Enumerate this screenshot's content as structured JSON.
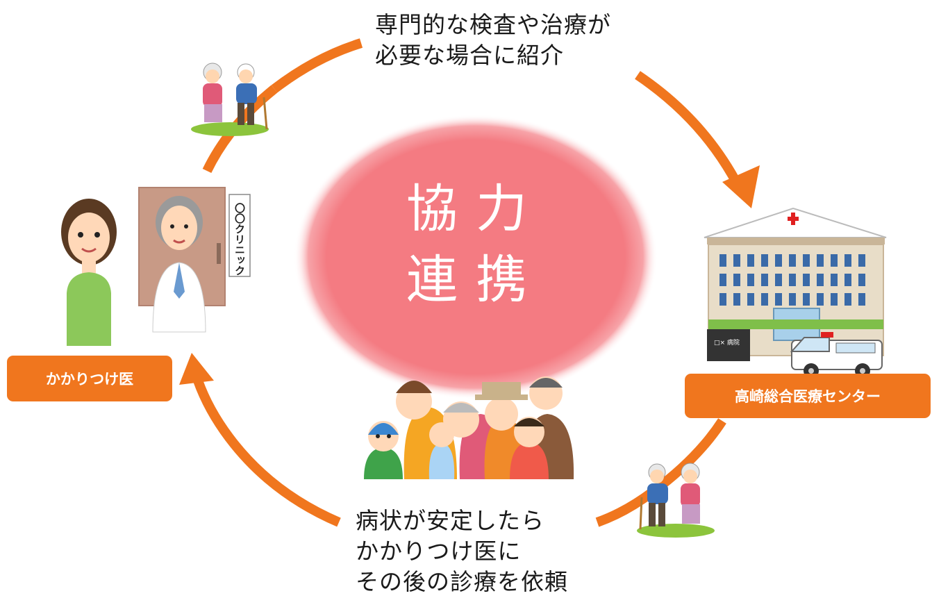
{
  "caption_top": "専門的な検査や治療が\n必要な場合に紹介",
  "caption_bottom": "病状が安定したら\nかかりつけ医に\nその後の診療を依頼",
  "center_line1": "協力",
  "center_line2": "連携",
  "clinic_sign": "〇〇クリニック",
  "hospital_sign": "□× 病院",
  "badge_left": "かかりつけ医",
  "badge_right": "高崎総合医療センター",
  "colors": {
    "arrow": "#f0761e",
    "center": "#f47b82",
    "badge": "#f0761e"
  },
  "icons": [
    "elderly-couple-icon",
    "woman-icon",
    "doctor-icon",
    "hospital-icon",
    "ambulance-icon",
    "family-group-icon"
  ]
}
